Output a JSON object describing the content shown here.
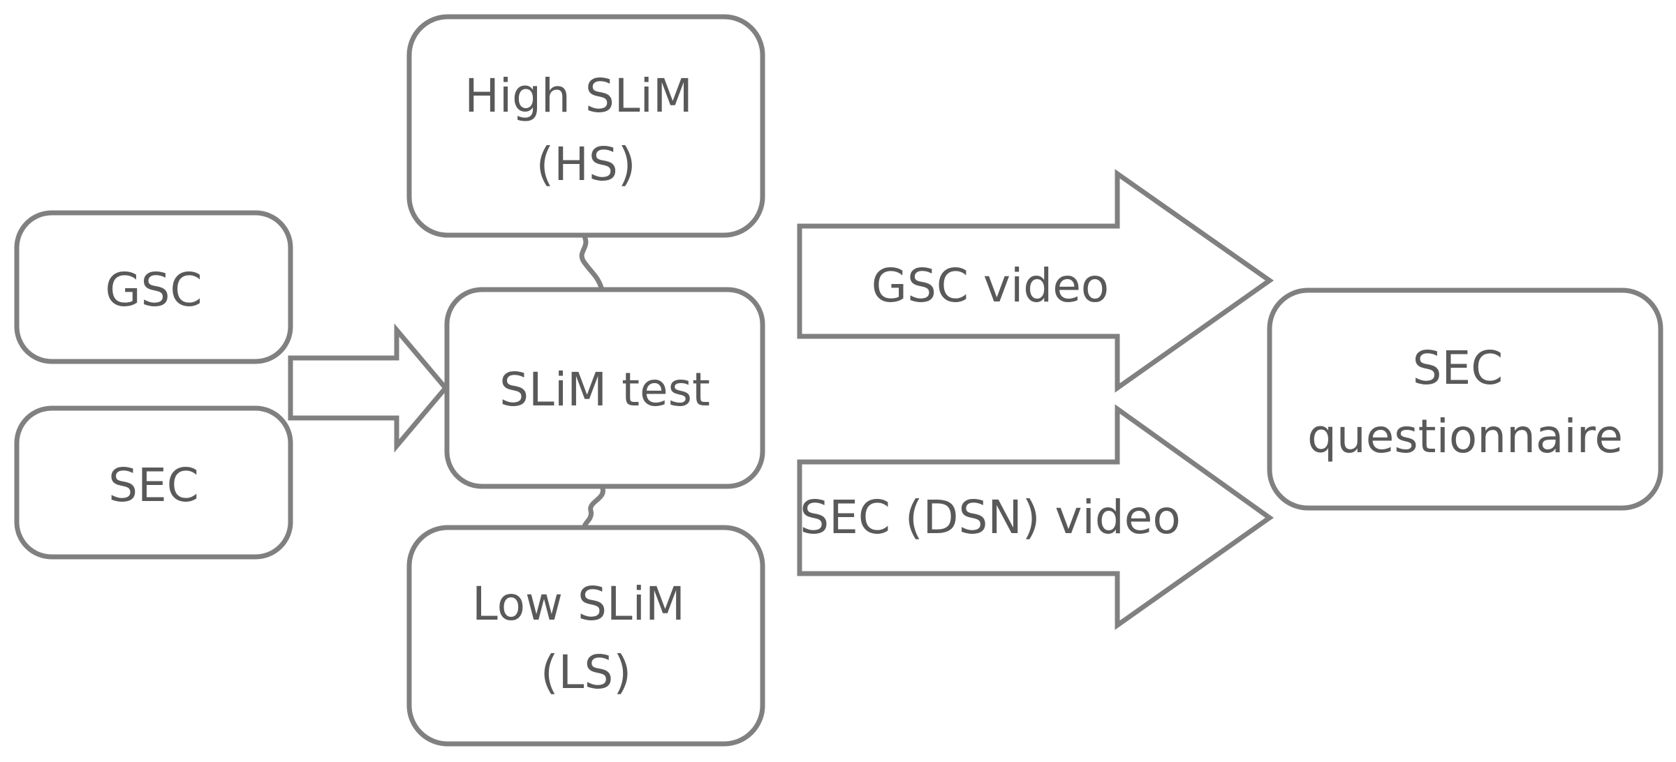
{
  "nodes": {
    "gsc": "GSC",
    "sec": "SEC",
    "slim_test": "SLiM test",
    "high_slim": {
      "line1": "High SLiM",
      "line2": "(HS)"
    },
    "low_slim": {
      "line1": "Low SLiM",
      "line2": "(LS)"
    },
    "sec_questionnaire": {
      "line1": "SEC",
      "line2": "questionnaire"
    }
  },
  "arrows": {
    "gsc_video": "GSC video",
    "sec_dsn_video": "SEC (DSN) video"
  },
  "colors": {
    "stroke": "#808080",
    "text": "#595959",
    "fill": "#ffffff"
  }
}
